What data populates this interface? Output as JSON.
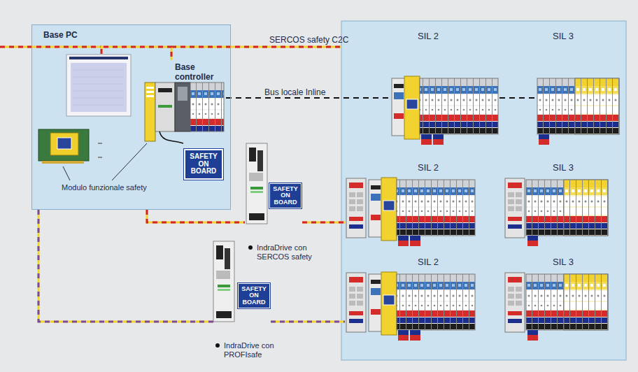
{
  "diagram": {
    "nodes": [
      {
        "text": [
          "Modulo funzionale safety"
        ]
      },
      {
        "text": [
          "Base PC"
        ],
        "in": 0
      },
      {
        "text": [
          "Base controller"
        ],
        "in": 0
      },
      {
        "text": [
          "SAFETY ON BOARD"
        ],
        "in": 0
      },
      {
        "text": [
          "SAFETY ON BOARD",
          "IndraDrive con SERCOS safety"
        ]
      },
      {
        "text": [
          "SAFETY ON BOARD",
          "IndraDrive con PROFIsafe"
        ]
      },
      {
        "text": [
          "SIL 2"
        ]
      },
      {
        "text": [
          "SIL 3"
        ]
      },
      {
        "text": [
          "SIL 2"
        ]
      },
      {
        "text": [
          "SIL 3"
        ]
      },
      {
        "text": [
          "SIL 2"
        ]
      },
      {
        "text": [
          "SIL 3"
        ]
      }
    ],
    "edges": [
      {
        "from": 1,
        "to": 2,
        "arrow": "none",
        "label": "SERCOS safety C2C"
      },
      {
        "from": 2,
        "to": 6,
        "arrow": "none",
        "label": "Bus locale Inline"
      },
      {
        "from": 6,
        "to": 7,
        "arrow": "none"
      },
      {
        "from": 0,
        "to": 4,
        "arrow": "none"
      },
      {
        "from": 4,
        "to": 8,
        "arrow": "none"
      },
      {
        "from": 0,
        "to": 5,
        "arrow": "none"
      },
      {
        "from": 5,
        "to": 10,
        "arrow": "none"
      }
    ]
  }
}
